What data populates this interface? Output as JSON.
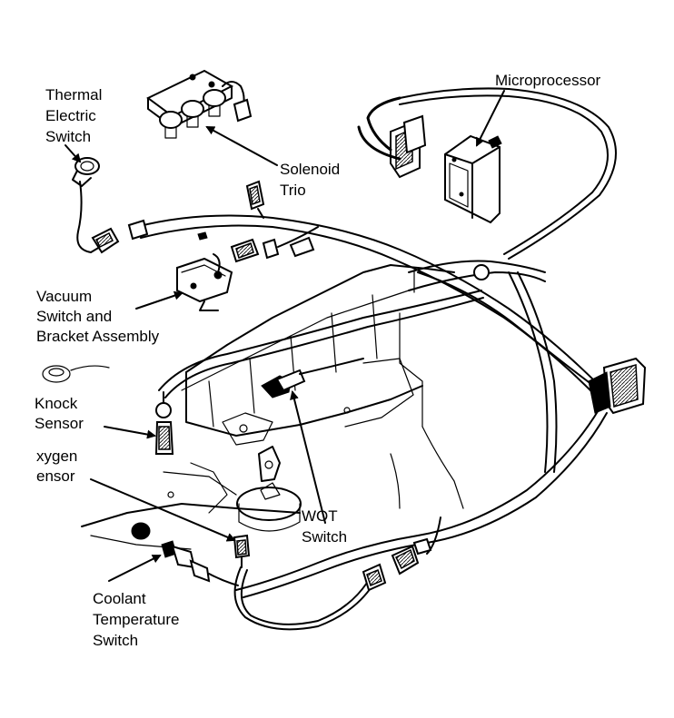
{
  "labels": {
    "thermal_1": "Thermal",
    "thermal_2": "Electric",
    "thermal_3": "Switch",
    "solenoid_1": "Solenoid",
    "solenoid_2": "Trio",
    "microprocessor": "Microprocessor",
    "vacuum_1": "Vacuum",
    "vacuum_2": "Switch and",
    "vacuum_3": "Bracket Assembly",
    "knock_1": "Knock",
    "knock_2": "Sensor",
    "oxygen_1": "xygen",
    "oxygen_2": "ensor",
    "wot_1": "WOT",
    "wot_2": "Switch",
    "coolant_1": "Coolant",
    "coolant_2": "Temperature",
    "coolant_3": "Switch"
  },
  "colors": {
    "ink": "#000000",
    "paper": "#ffffff"
  }
}
